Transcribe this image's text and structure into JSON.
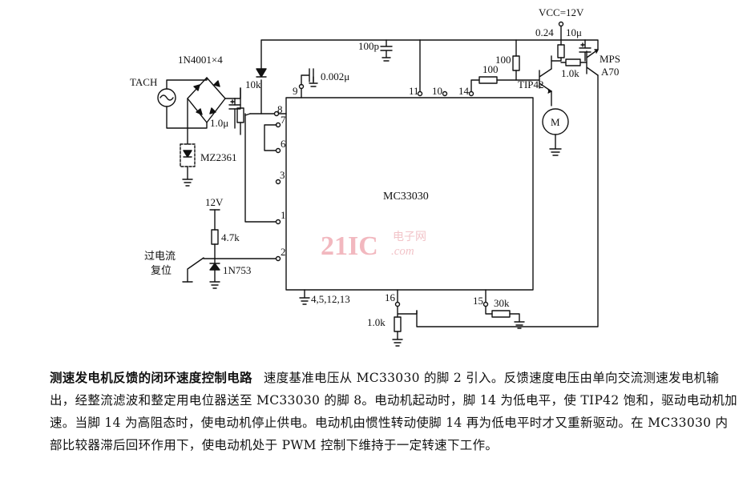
{
  "ic": {
    "name": "MC33030"
  },
  "pins": {
    "p1": "1",
    "p2": "2",
    "p3": "3",
    "p6": "6",
    "p7": "7",
    "p8": "8",
    "p9": "9",
    "p10": "10",
    "p11": "11",
    "p14": "14",
    "p15": "15",
    "p16": "16",
    "gnd": "4,5,12,13"
  },
  "components": {
    "tach": "TACH",
    "bridge": "1N4001×4",
    "cap_filter": "1.0μ",
    "zener_tach": "MZ2361",
    "pot": "10k",
    "cap_100p_top": "100p",
    "cap_0002": "0.002μ",
    "r100_vert": "100",
    "r100_horiz": "100",
    "r024": "0.24",
    "cap_10p": "10μ",
    "r1k_q": "1.0k",
    "q_tip42": "TIP42",
    "q_mps_1": "MPS",
    "q_mps_2": "A70",
    "motor": "M",
    "vcc": "VCC=12V",
    "supply_12v": "12V",
    "r47k": "4.7k",
    "zener_ref": "1N753",
    "reset_1": "过电流",
    "reset_2": "复位",
    "r30k": "30k",
    "r1k_16": "1.0k"
  },
  "watermark": {
    "logo": "21IC",
    "site_cn": "电子网",
    "site_en": ".com"
  },
  "caption": {
    "title": "测速发电机反馈的闭环速度控制电路",
    "body": "速度基准电压从 MC33030 的脚 2 引入。反馈速度电压由单向交流测速发电机输出，经整流滤波和整定用电位器送至 MC33030 的脚 8。电动机起动时，脚 14 为低电平，使 TIP42 饱和，驱动电动机加速。当脚 14 为高阻态时，使电动机停止供电。电动机由惯性转动使脚 14 再为低电平时才又重新驱动。在 MC33030 内部比较器滞后回环作用下，使电动机处于 PWM 控制下维持于一定转速下工作。"
  }
}
